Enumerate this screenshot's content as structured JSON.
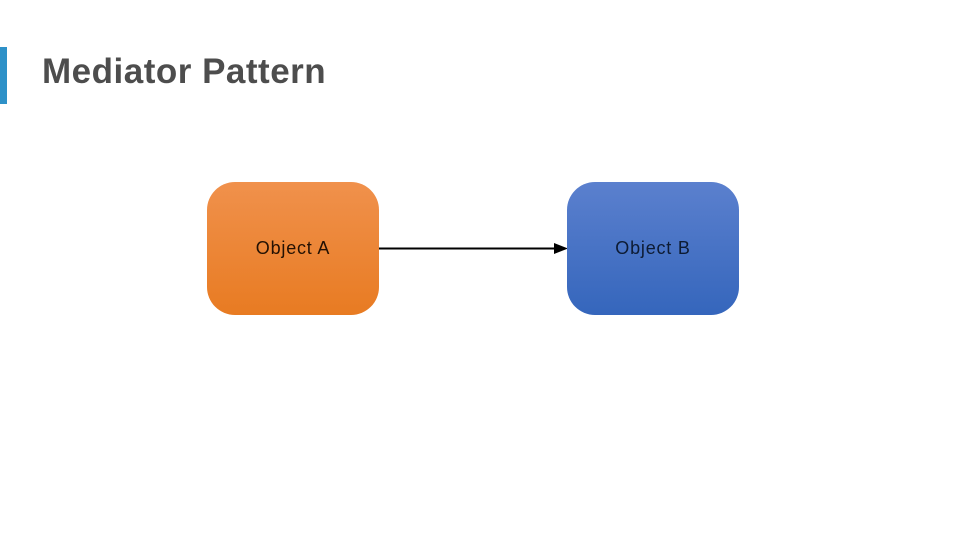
{
  "slide": {
    "title": "Mediator Pattern",
    "title_color": "#4d4d4d",
    "accent_bar_color": "#2e91c8",
    "background_color": "#ffffff"
  },
  "diagram": {
    "nodes": [
      {
        "id": "object-a",
        "label": "Object A",
        "color_top": "#f0914c",
        "color_bottom": "#e87b22",
        "text_color": "#231103"
      },
      {
        "id": "object-b",
        "label": "Object B",
        "color_top": "#5b80ce",
        "color_bottom": "#3566bc",
        "text_color": "#0d1b33"
      }
    ],
    "connector": {
      "from": "object-a",
      "to": "object-b",
      "type": "arrow",
      "direction": "right",
      "color": "#000000"
    }
  }
}
